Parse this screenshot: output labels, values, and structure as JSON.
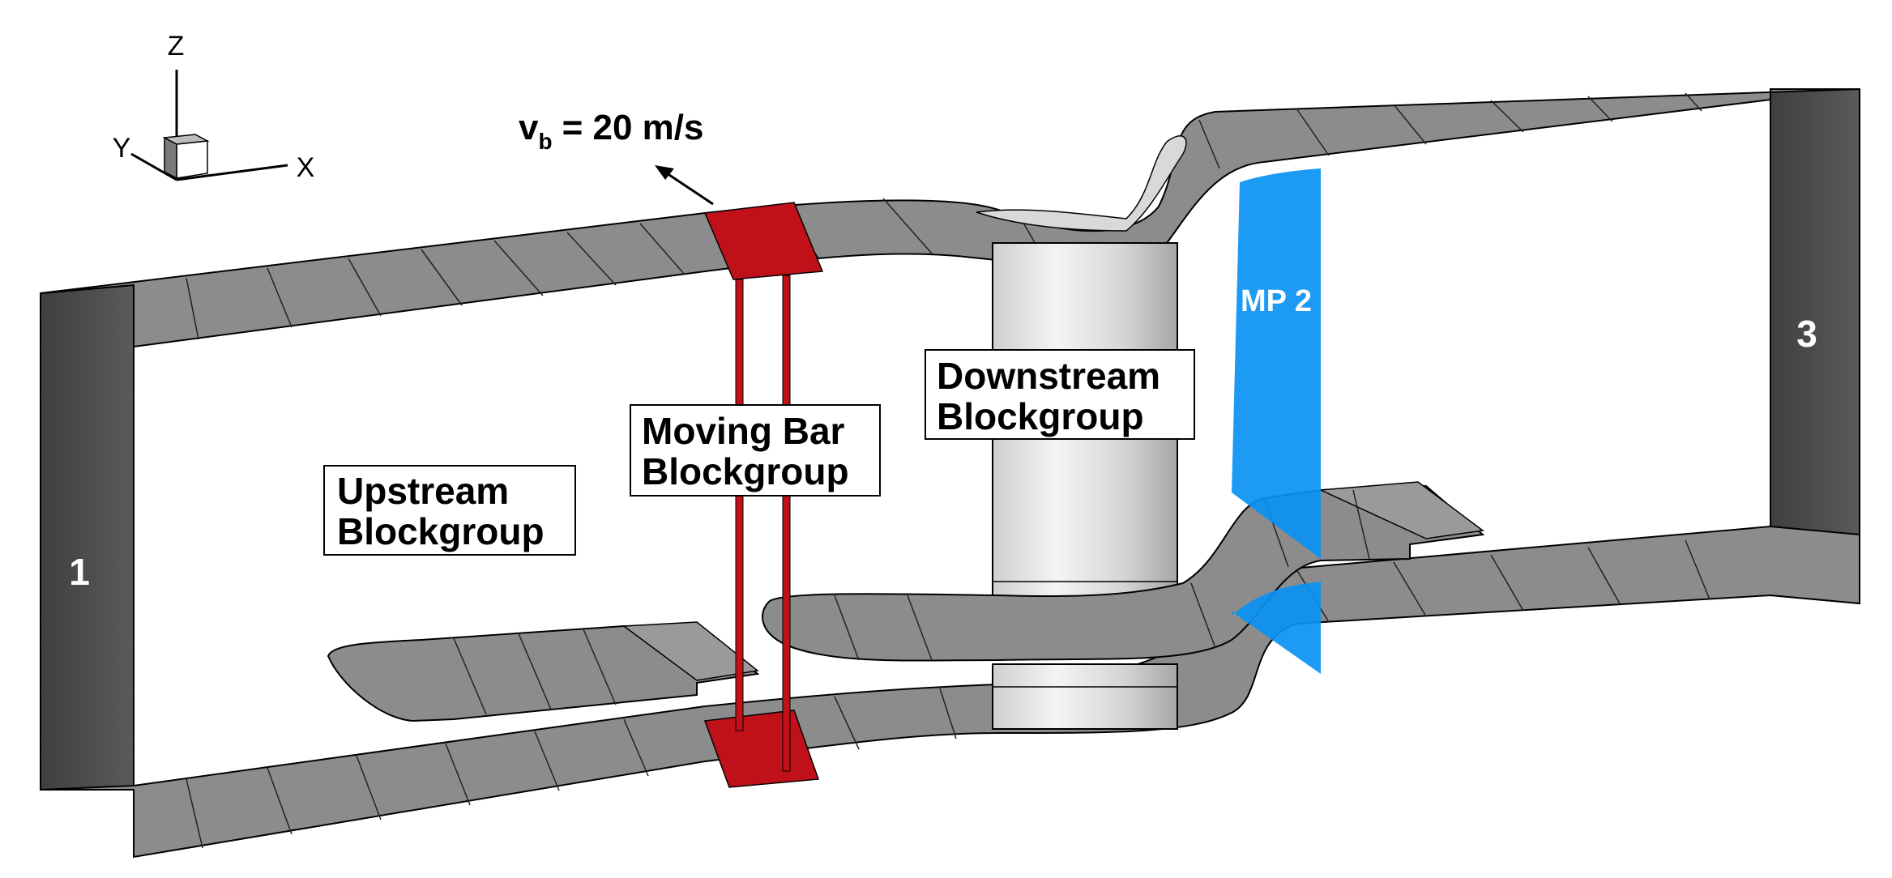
{
  "axes": {
    "z": "Z",
    "y": "Y",
    "x": "X"
  },
  "bar_speed": {
    "symbol": "v",
    "subscript": "b",
    "value": "= 20 m/s"
  },
  "labels": {
    "upstream": [
      "Upstream",
      "Blockgroup"
    ],
    "moving_bar": [
      "Moving Bar",
      "Blockgroup"
    ],
    "downstream": [
      "Downstream",
      "Blockgroup"
    ],
    "mp2": "MP 2"
  },
  "boundaries": {
    "inlet": "1",
    "outlet": "3"
  },
  "colors": {
    "wall": "#8c8c8c",
    "wall_dark": "#4f4f4f",
    "moving_bar": "#c0111a",
    "mp2_plane": "#0a93f3",
    "cylinder": "#d9d9d9"
  }
}
